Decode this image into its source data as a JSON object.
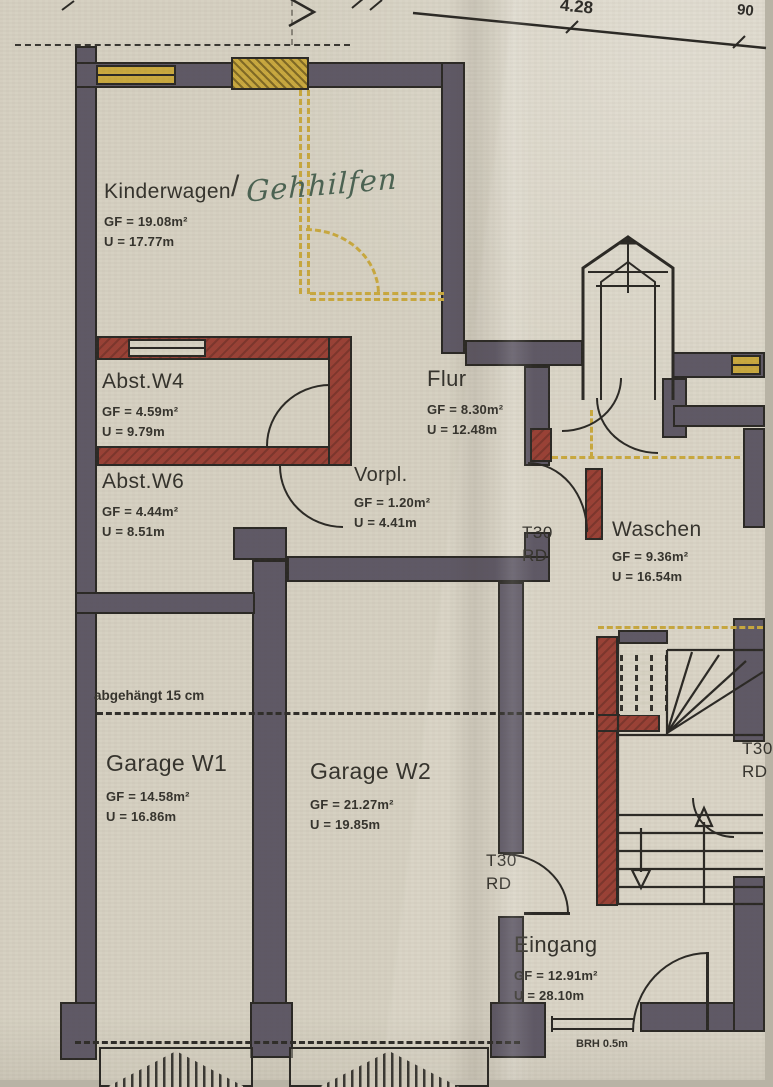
{
  "rooms": [
    {
      "name": "Kinderwagen",
      "gf": "GF = 19.08m²",
      "u": "U = 17.77m"
    },
    {
      "name": "Abst.W4",
      "gf": "GF = 4.59m²",
      "u": "U = 9.79m"
    },
    {
      "name": "Abst.W6",
      "gf": "GF = 4.44m²",
      "u": "U = 8.51m"
    },
    {
      "name": "Flur",
      "gf": "GF = 8.30m²",
      "u": "U = 12.48m"
    },
    {
      "name": "Vorpl.",
      "gf": "GF = 1.20m²",
      "u": "U = 4.41m"
    },
    {
      "name": "Waschen",
      "gf": "GF = 9.36m²",
      "u": "U = 16.54m"
    },
    {
      "name": "Garage W1",
      "gf": "GF = 14.58m²",
      "u": "U = 16.86m"
    },
    {
      "name": "Garage W2",
      "gf": "GF = 21.27m²",
      "u": "U = 19.85m"
    },
    {
      "name": "Eingang",
      "gf": "GF = 12.91m²",
      "u": "U = 28.10m"
    }
  ],
  "handwritten_note": {
    "slash": "/",
    "text": "Gehhilfen"
  },
  "fire_doors": [
    {
      "line1": "T30",
      "line2": "RD"
    },
    {
      "line1": "T30",
      "line2": "RD"
    },
    {
      "line1": "T30",
      "line2": "RD"
    }
  ],
  "annotations": {
    "suspended_ceiling": "abgehängt 15 cm",
    "sill_height": "BRH 0.5m",
    "dimension": "4.28",
    "dimension_fragment": "90"
  },
  "colors": {
    "paper": "#d7d2c3",
    "wall_existing": "#5f5966",
    "wall_new": "#9a4136",
    "demolition_yellow": "#c9a93f",
    "line": "#2b2925",
    "handwriting": "#4b6353"
  }
}
